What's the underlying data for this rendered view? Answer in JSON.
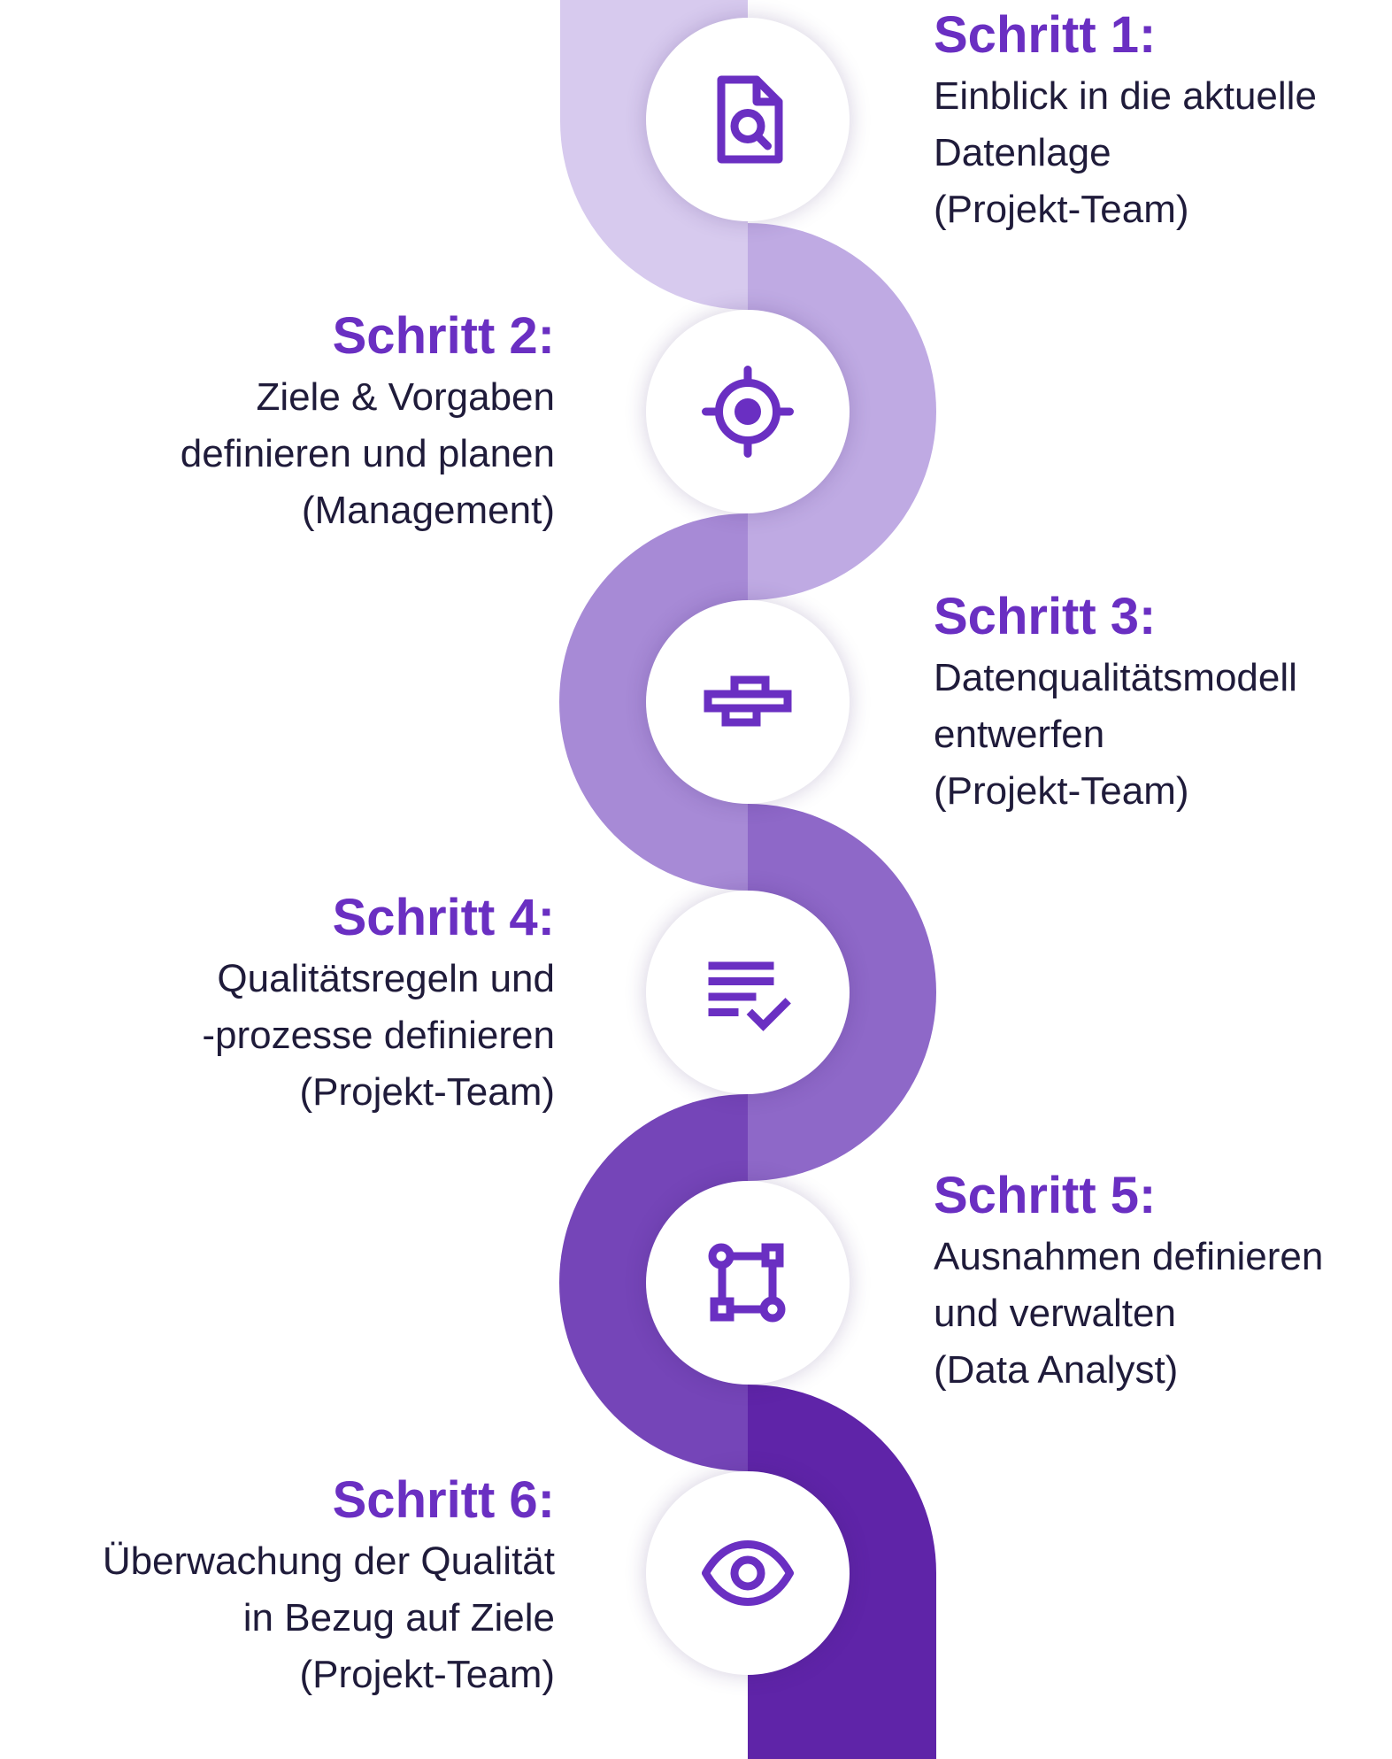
{
  "colors": {
    "accent": "#6a2fc2",
    "text": "#1f1b3a",
    "band": [
      "#d7caee",
      "#bfaae3",
      "#a78ad6",
      "#8e68c8",
      "#7545b8",
      "#5f24a8"
    ]
  },
  "steps": [
    {
      "title": "Schritt 1:",
      "lines": [
        "Einblick in die aktuelle",
        "Datenlage",
        "(Projekt-Team)"
      ],
      "icon": "document-search-icon"
    },
    {
      "title": "Schritt 2:",
      "lines": [
        "Ziele & Vorgaben",
        "definieren und planen",
        "(Management)"
      ],
      "icon": "target-icon"
    },
    {
      "title": "Schritt 3:",
      "lines": [
        "Datenqualitätsmodell",
        "entwerfen",
        "(Projekt-Team)"
      ],
      "icon": "model-blocks-icon"
    },
    {
      "title": "Schritt 4:",
      "lines": [
        "Qualitätsregeln und",
        "-prozesse definieren",
        "(Projekt-Team)"
      ],
      "icon": "checklist-icon"
    },
    {
      "title": "Schritt 5:",
      "lines": [
        "Ausnahmen definieren",
        "und verwalten",
        "(Data Analyst)"
      ],
      "icon": "workflow-icon"
    },
    {
      "title": "Schritt 6:",
      "lines": [
        "Überwachung der Qualität",
        "in Bezug auf Ziele",
        "(Projekt-Team)"
      ],
      "icon": "eye-icon"
    }
  ]
}
